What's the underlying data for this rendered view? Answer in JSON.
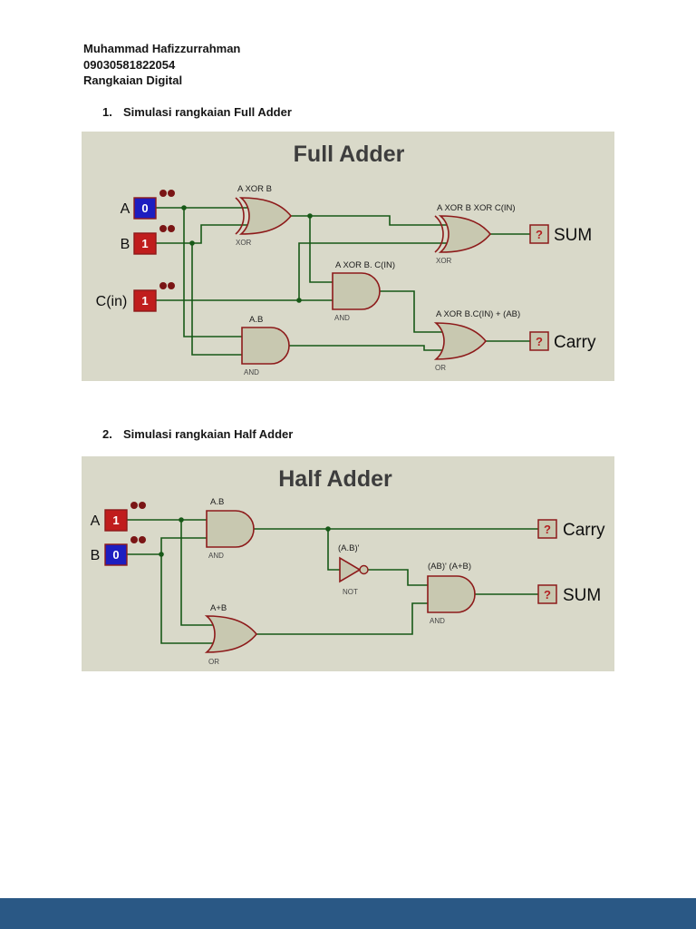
{
  "header": {
    "name": "Muhammad Hafizzurrahman",
    "student_id": "09030581822054",
    "course": "Rangkaian Digital"
  },
  "sections": [
    {
      "number": "1.",
      "title": "Simulasi rangkaian Full Adder"
    },
    {
      "number": "2.",
      "title": "Simulasi rangkaian Half Adder"
    }
  ],
  "full_adder": {
    "title": "Full Adder",
    "inputs": [
      {
        "label": "A",
        "value": "0",
        "box_color": "#1d1dc0"
      },
      {
        "label": "B",
        "value": "1",
        "box_color": "#c01d1d"
      },
      {
        "label": "C(in)",
        "value": "1",
        "box_color": "#c01d1d"
      }
    ],
    "gates": [
      {
        "label": "A XOR B",
        "type": "XOR"
      },
      {
        "label": "A XOR B XOR C(IN)",
        "type": "XOR"
      },
      {
        "label": "A XOR B. C(IN)",
        "type": "AND"
      },
      {
        "label": "A.B",
        "type": "AND"
      },
      {
        "label": "A XOR B.C(IN) + (AB)",
        "type": "OR"
      }
    ],
    "outputs": [
      {
        "indicator": "?",
        "label": "SUM"
      },
      {
        "indicator": "?",
        "label": "Carry"
      }
    ]
  },
  "half_adder": {
    "title": "Half Adder",
    "inputs": [
      {
        "label": "A",
        "value": "1",
        "box_color": "#c01d1d"
      },
      {
        "label": "B",
        "value": "0",
        "box_color": "#1d1dc0"
      }
    ],
    "gates": [
      {
        "label": "A.B",
        "type": "AND"
      },
      {
        "label": "(A.B)'",
        "type": "NOT"
      },
      {
        "label": "A+B",
        "type": "OR"
      },
      {
        "label": "(AB)' (A+B)",
        "type": "AND"
      }
    ],
    "outputs": [
      {
        "indicator": "?",
        "label": "Carry"
      },
      {
        "indicator": "?",
        "label": "SUM"
      }
    ]
  },
  "colors": {
    "panel-bg": "#d9d9c9",
    "gate-fill": "#c8c8b0",
    "gate-outline": "#8d1a1a",
    "wire": "#175917",
    "dot": "#7a1515",
    "question": "#b22020",
    "title": "#3d3d3d",
    "footer": "#2a5885"
  }
}
